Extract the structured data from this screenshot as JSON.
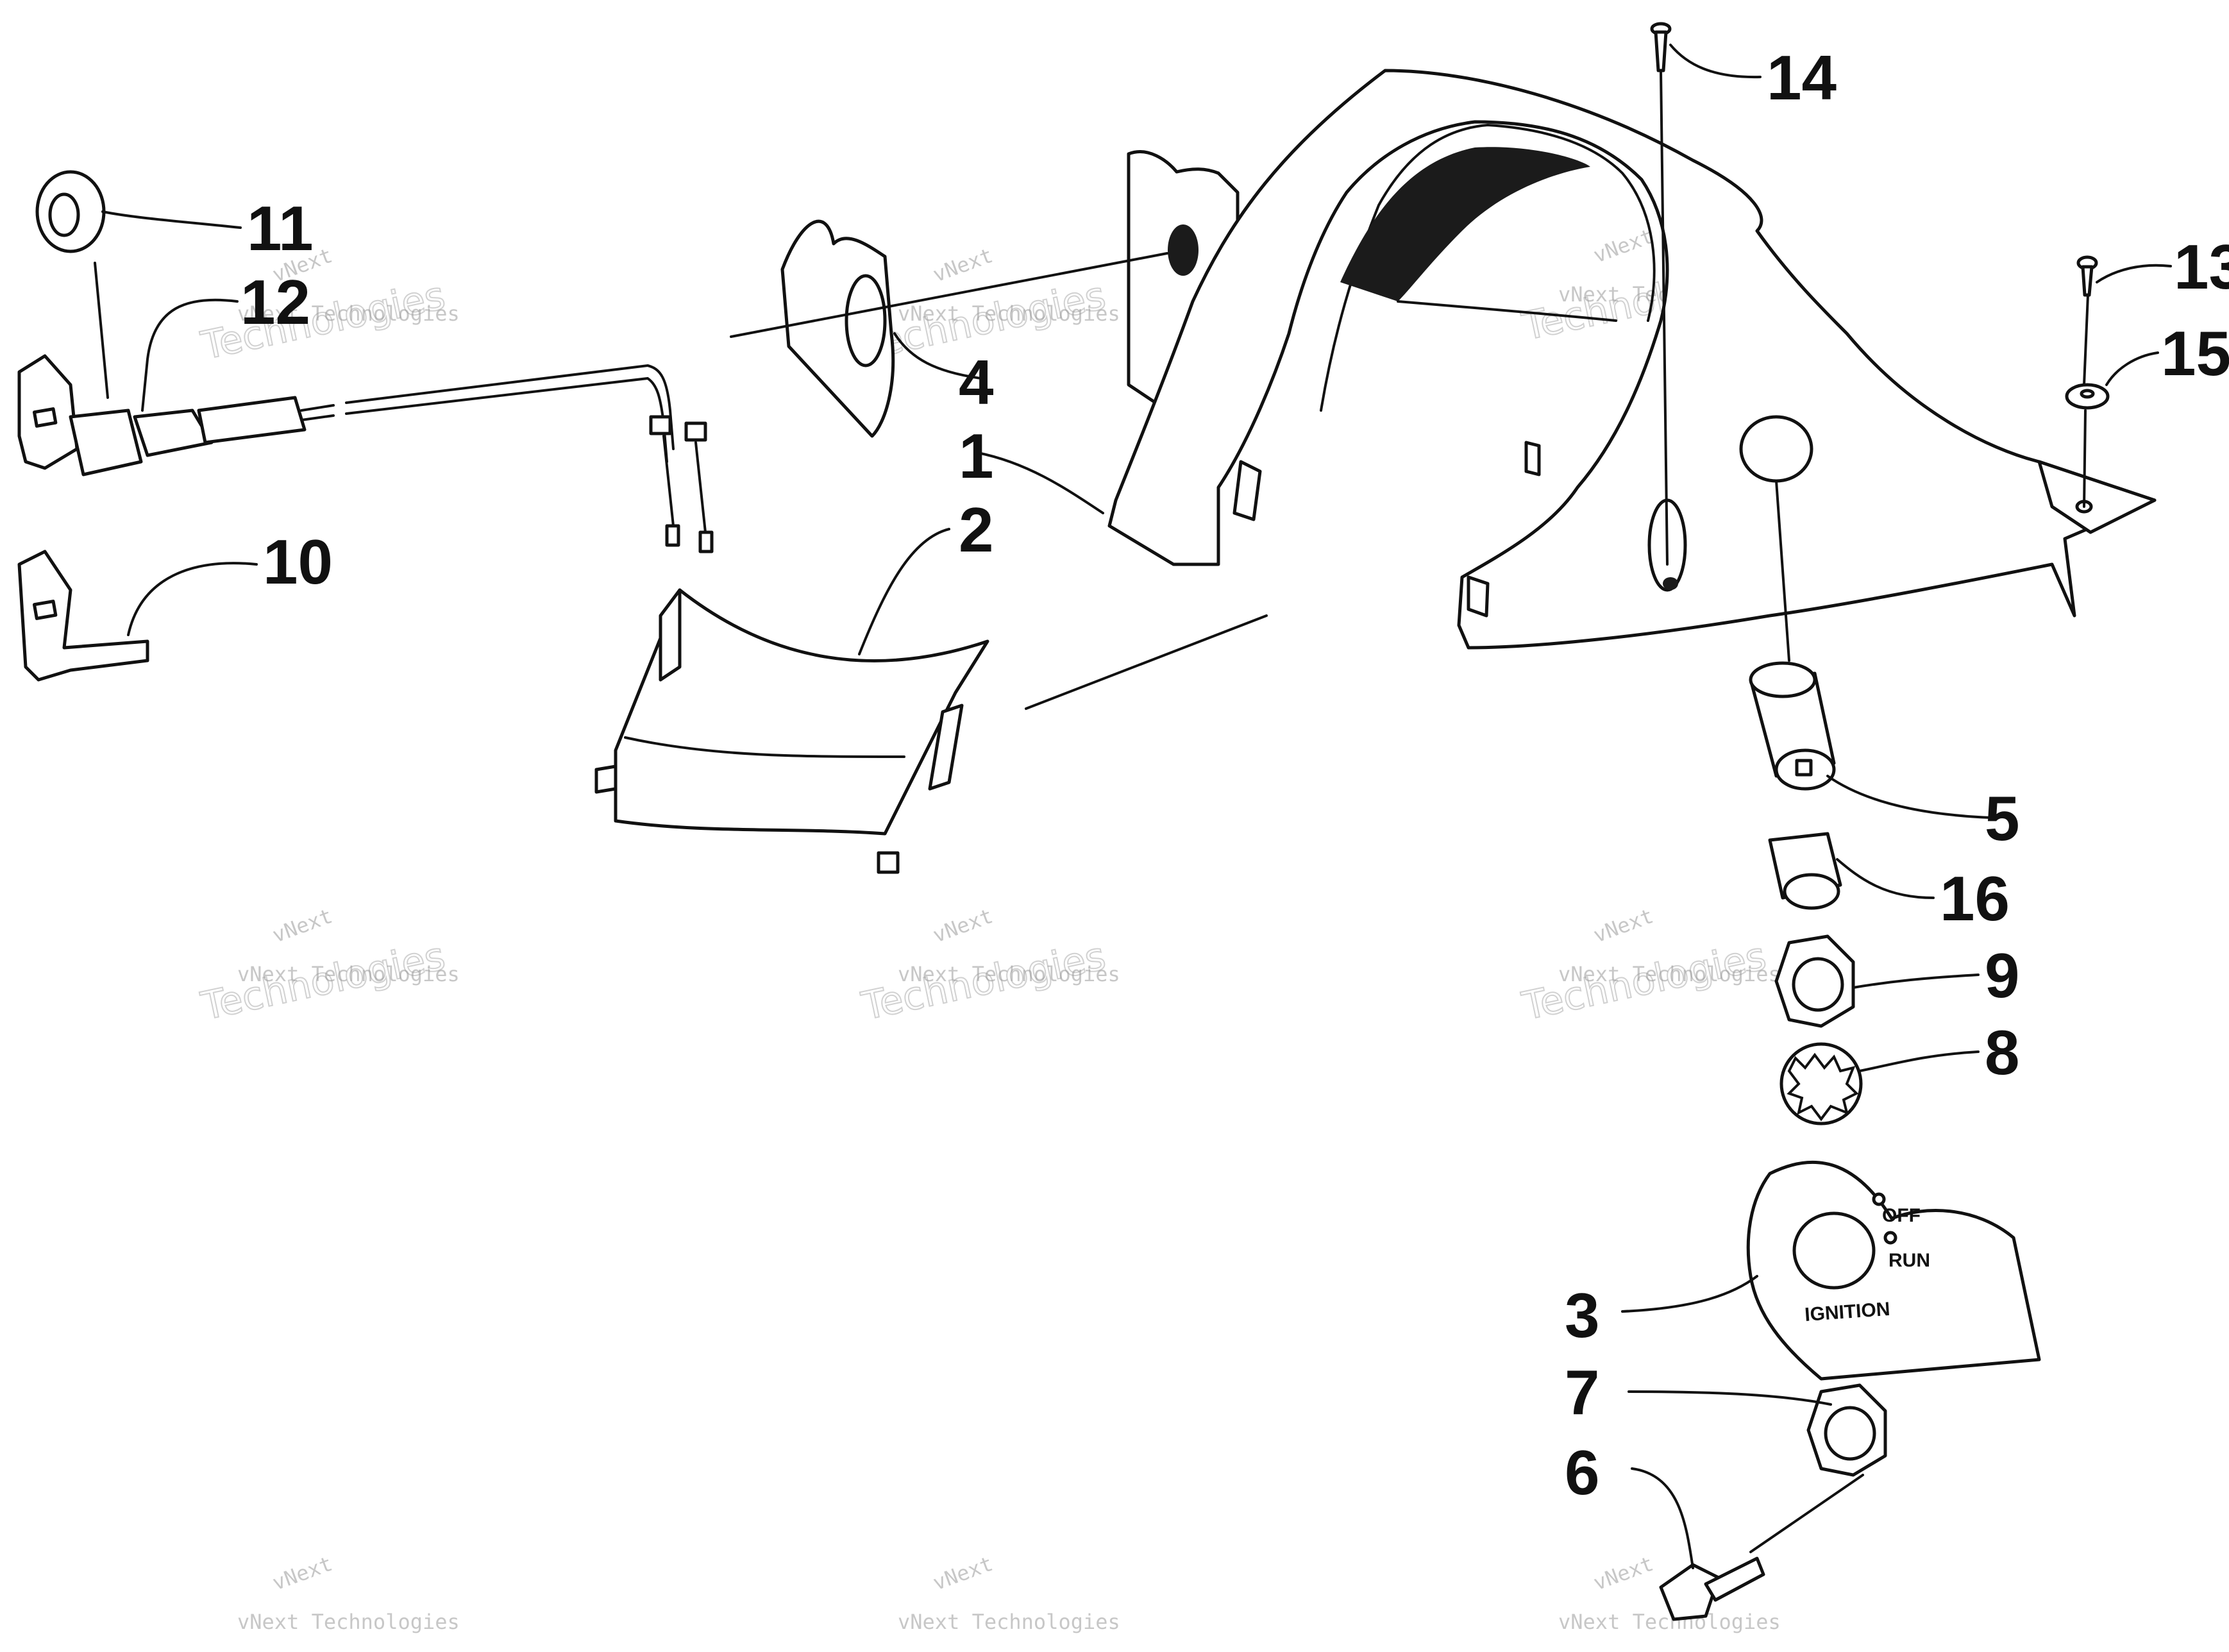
{
  "diagram": {
    "callouts": [
      {
        "id": "1",
        "label": "1"
      },
      {
        "id": "2",
        "label": "2"
      },
      {
        "id": "3",
        "label": "3"
      },
      {
        "id": "4",
        "label": "4"
      },
      {
        "id": "5",
        "label": "5"
      },
      {
        "id": "6",
        "label": "6"
      },
      {
        "id": "7",
        "label": "7"
      },
      {
        "id": "8",
        "label": "8"
      },
      {
        "id": "9",
        "label": "9"
      },
      {
        "id": "10",
        "label": "10"
      },
      {
        "id": "11",
        "label": "11"
      },
      {
        "id": "12",
        "label": "12"
      },
      {
        "id": "13",
        "label": "13"
      },
      {
        "id": "14",
        "label": "14"
      },
      {
        "id": "15",
        "label": "15"
      },
      {
        "id": "16",
        "label": "16"
      }
    ],
    "ignition_plate": {
      "off_label": "OFF",
      "run_label": "RUN",
      "ignition_label": "IGNITION"
    },
    "watermark": {
      "line1": "vNext",
      "line2": "vNext Technologies",
      "line3": "Technologies"
    },
    "colors": {
      "ink": "#111111",
      "watermark": "#9a9a9a",
      "background": "#ffffff"
    }
  }
}
